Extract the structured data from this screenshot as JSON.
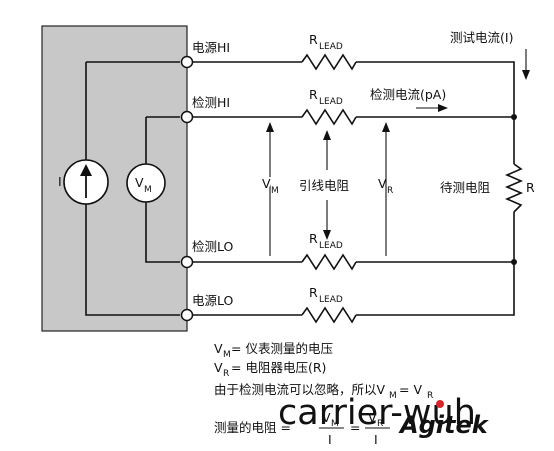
{
  "terminals": {
    "source_hi": "电源HI",
    "sense_hi": "检测HI",
    "sense_lo": "检测LO",
    "source_lo": "电源LO"
  },
  "resistors": {
    "lead_main": "R",
    "lead_sub": "LEAD",
    "load": "R"
  },
  "meters": {
    "current_source": "I",
    "voltmeter_main": "V",
    "voltmeter_sub": "M"
  },
  "labels": {
    "test_current": "测试电流(I)",
    "sense_current": "检测电流(pA)",
    "lead_resistance": "引线电阻",
    "vm_main": "V",
    "vm_sub": "M",
    "vr_main": "V",
    "vr_sub": "R",
    "dut": "待测电阻"
  },
  "equations": {
    "line1_v": "V",
    "line1_sub": "M",
    "line1_text": " = 仪表测量的电压",
    "line2_v": "V",
    "line2_sub": "R",
    "line2_text": " = 电阻器电压(R)",
    "line3_text": "由于检测电流可以忽略，所以V",
    "line3_sub1": "M",
    "line3_eq": " = V",
    "line3_sub2": "R",
    "line4_text": "测量的电阻 =",
    "frac1_num_v": "V",
    "frac1_num_sub": "M",
    "frac1_den": "I",
    "eq_sign": "=",
    "frac2_num_v": "V",
    "frac2_num_sub": "R",
    "frac2_den": "I"
  },
  "watermark": {
    "carrier": "carrier-wuh",
    "brand": "Agitek"
  },
  "colors": {
    "instrument_fill": "#c8c8c8",
    "line": "#111111",
    "brand_blue": "#1f5fb8",
    "brand_red": "#d8252b"
  }
}
